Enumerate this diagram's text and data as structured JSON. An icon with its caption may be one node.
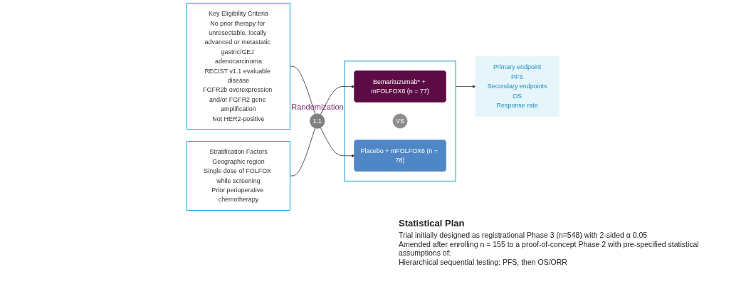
{
  "diagram": {
    "nodes": [
      {
        "text": [
          "Key Eligibility Criteria",
          "No prior therapy for unresectable, locally advanced or metastatic gastric/GEJ adenocarcinoma",
          "RECIST v1.1 evaluable disease",
          "FGFR2b overexpression and/or FGFR2 gene amplification",
          "Not HER2-positive"
        ]
      },
      {
        "text": [
          "Stratification Factors",
          "Geographic region",
          "Single dose of FOLFOX while screening",
          "Prior perioperative chemotherapy"
        ]
      },
      {
        "text": [
          "1:1"
        ],
        "beside": [
          "Randomization"
        ]
      },
      {
        "text": [],
        "shape": "box"
      },
      {
        "text": [
          "Bemarituzumab* + mFOLFOX6 (n = 77)"
        ],
        "in": 3
      },
      {
        "text": [
          "VS"
        ],
        "in": 3
      },
      {
        "text": [
          "Placebo + mFOLFOX6 (n = 78)"
        ],
        "in": 3
      },
      {
        "text": [
          "Primary endpoint",
          "PFS",
          "Secondary endpoints",
          "OS",
          "Response rate"
        ]
      }
    ],
    "edges": [
      {
        "from": 0,
        "to": 2,
        "arrow": "none"
      },
      {
        "from": 1,
        "to": 2,
        "arrow": "none"
      },
      {
        "from": 2,
        "to": 4,
        "arrow": "to"
      },
      {
        "from": 2,
        "to": 6,
        "arrow": "to"
      },
      {
        "from": 3,
        "to": 7,
        "arrow": "to"
      }
    ],
    "labels": [
      "Statistical Plan",
      "Trial initially designed as registrational Phase 3 (n=548) with 2-sided α 0.05",
      "Amended after enrolling n = 155 to a proof-of-concept Phase 2 with pre-specified statistical assumptions of:",
      "Hierarchical sequential testing: PFS, then OS/ORR"
    ]
  }
}
